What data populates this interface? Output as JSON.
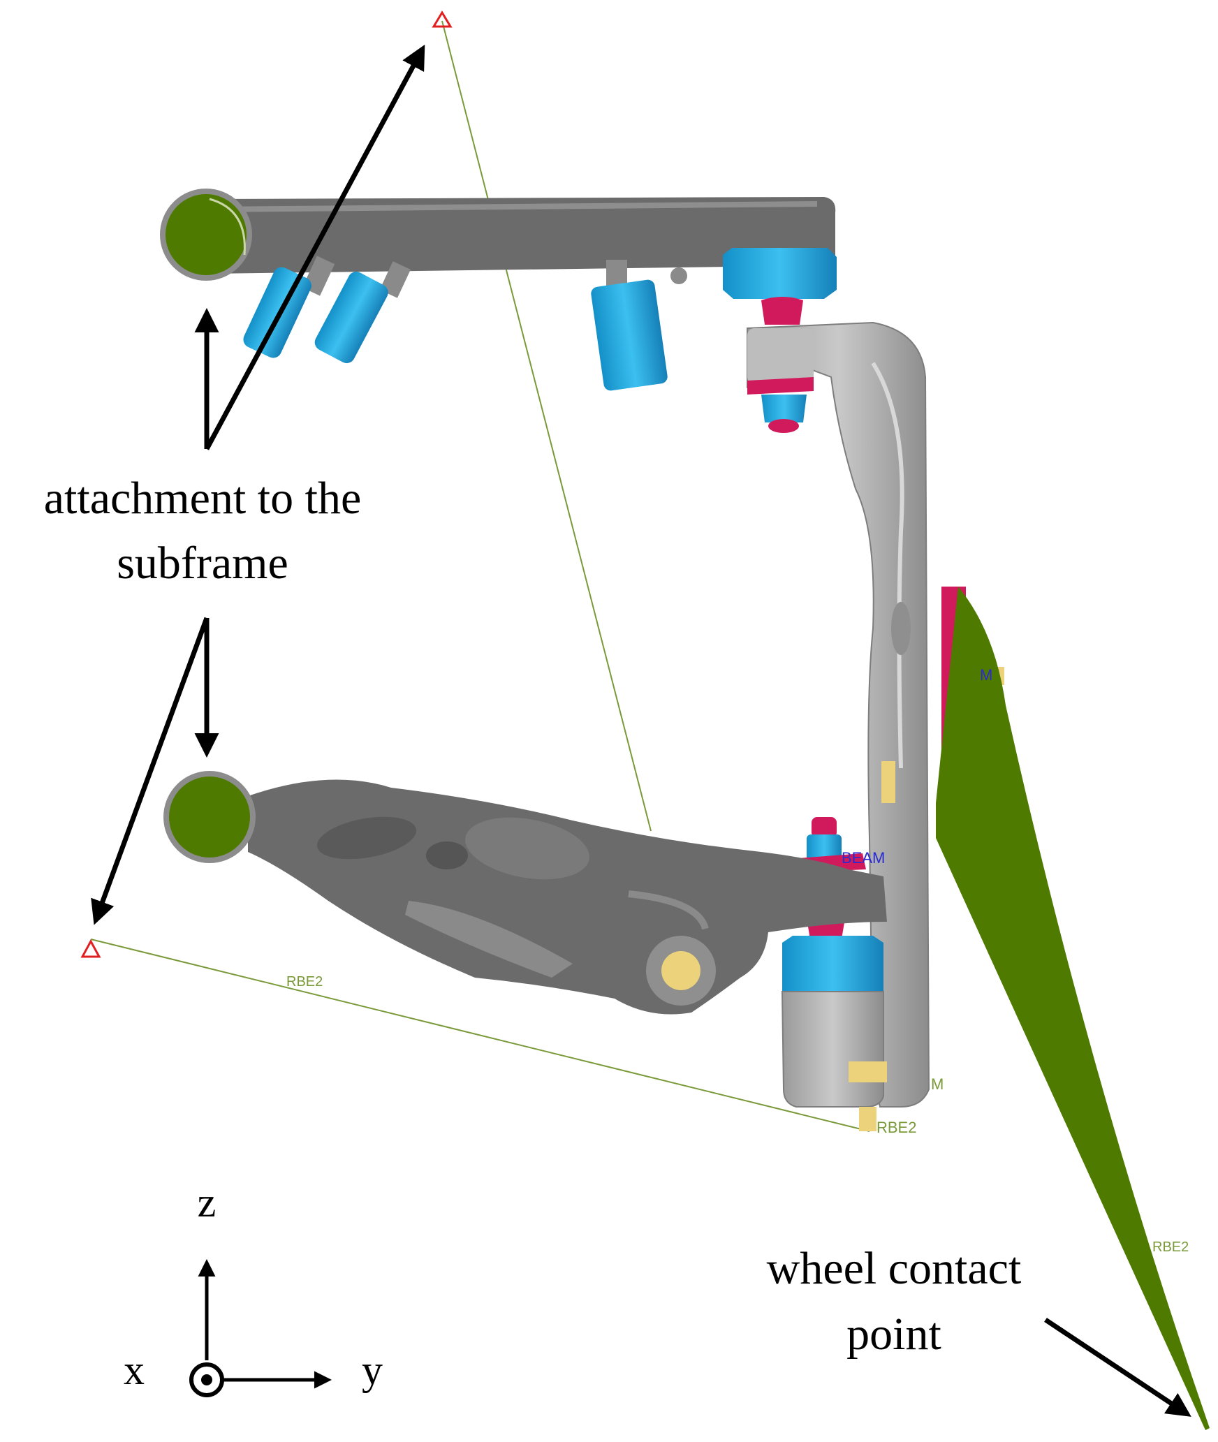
{
  "annotations": {
    "attachment_line1": "attachment to the",
    "attachment_line2": "subframe",
    "wheel_line1": "wheel contact",
    "wheel_line2": "point"
  },
  "axes": {
    "z": "z",
    "x": "x",
    "y": "y"
  },
  "cad_labels": {
    "rbe2_lower": "RBE2",
    "rbe2_bottom": "RBE2",
    "rbe2_right": "RBE2",
    "beam": "BEAM",
    "m_upper": "M",
    "m_lower": "M"
  },
  "colors": {
    "arm_gray": "#6b6b6b",
    "knuckle_gray": "#a9a9a9",
    "olive_green": "#4e7a00",
    "bushing_blue": "#1ea0dc",
    "magenta": "#d11a5c",
    "yellow": "#ecd27a",
    "rbe_line": "#7a9a3a",
    "node_red": "#e02020"
  }
}
